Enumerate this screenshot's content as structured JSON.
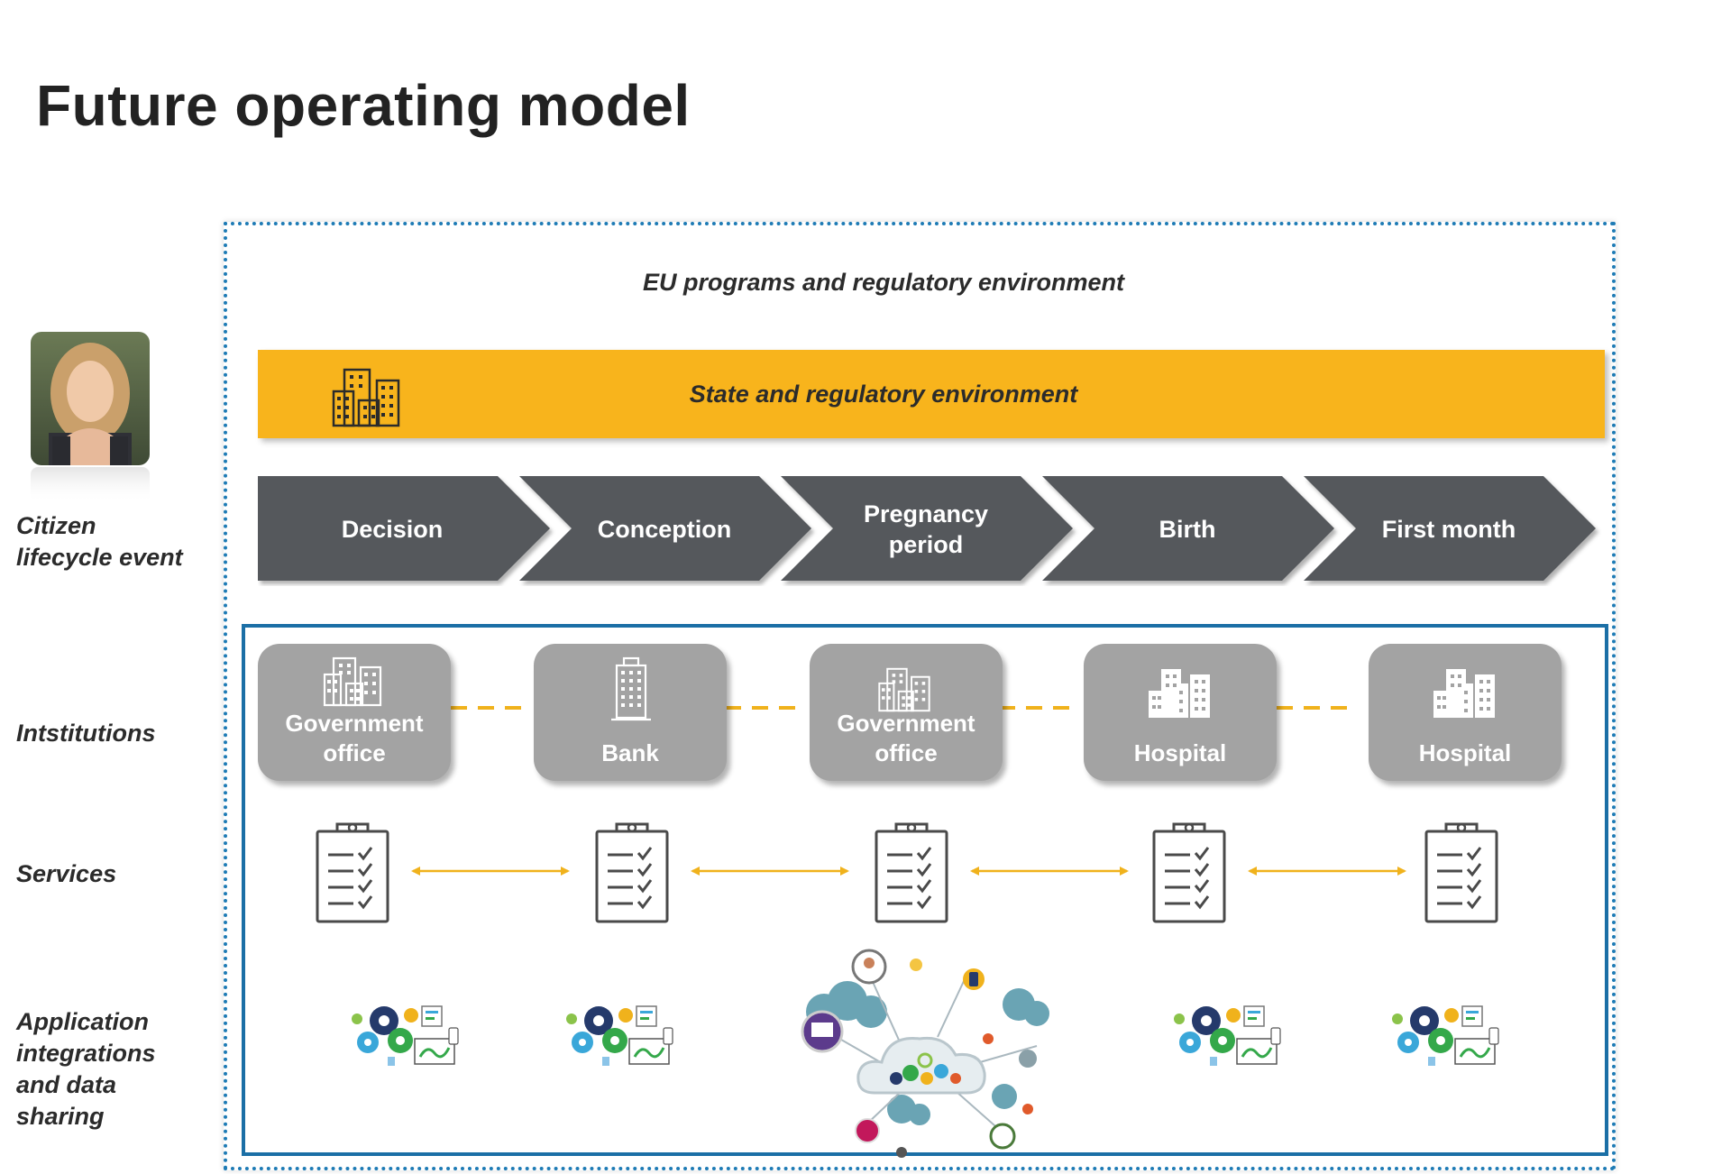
{
  "title": "Future operating model",
  "left_labels": {
    "citizen": "Citizen\nlifecycle event",
    "institutions": "Intstitutions",
    "services": "Services",
    "applications": "Application\nintegrations\nand data\nsharing"
  },
  "eu_label": "EU programs and regulatory environment",
  "state_label": "State and regulatory environment",
  "lifecycle": [
    {
      "label": "Decision"
    },
    {
      "label": "Conception"
    },
    {
      "label": "Pregnancy\nperiod"
    },
    {
      "label": "Birth"
    },
    {
      "label": "First month"
    }
  ],
  "institutions": [
    {
      "label": "Government\noffice",
      "icon": "office-buildings-icon"
    },
    {
      "label": "Bank",
      "icon": "tower-building-icon"
    },
    {
      "label": "Government\noffice",
      "icon": "office-buildings-icon"
    },
    {
      "label": "Hospital",
      "icon": "solid-buildings-icon"
    },
    {
      "label": "Hospital",
      "icon": "solid-buildings-icon"
    }
  ],
  "colors": {
    "chevron": "#55585b",
    "state_band": "#f8b41c",
    "institution_box": "#a3a3a3",
    "dashed_link": "#f0b21c",
    "arrow": "#f0b21c",
    "outer_frame": "#1e7bb5",
    "inner_frame": "#1b6fa6"
  },
  "icons": {
    "avatar": "citizen-photo",
    "state": "city-buildings-icon",
    "service": "clipboard-checklist-icon",
    "application": "gears-devices-icon",
    "hub": "cloud-hub-icon"
  }
}
